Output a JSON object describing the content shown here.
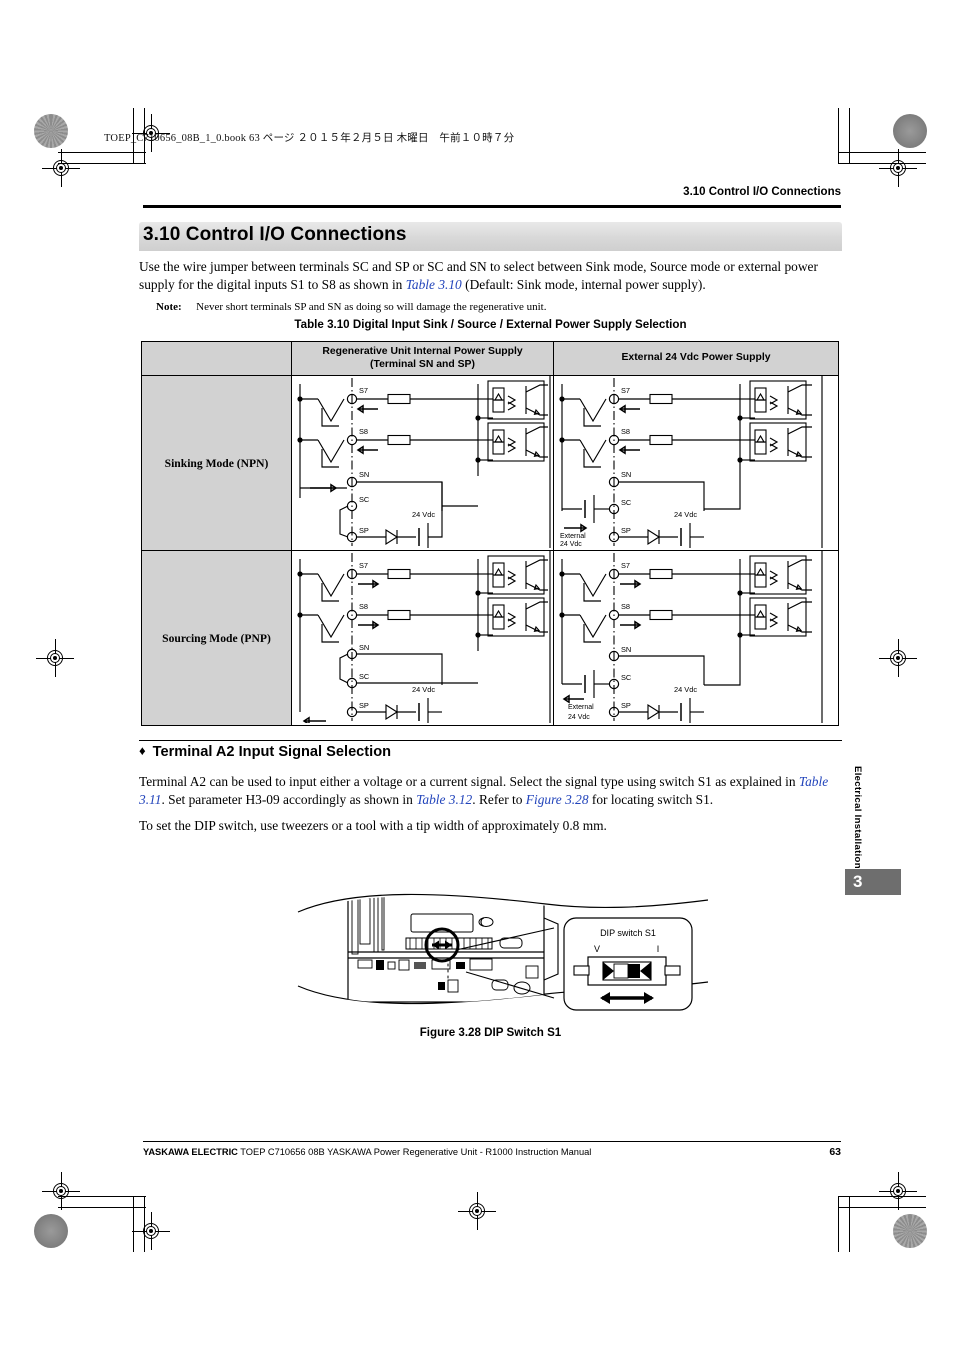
{
  "print_marks": {
    "file_info": "TOEP_C710656_08B_1_0.book   63 ページ   ２０１５年２月５日   木曜日　午前１０時７分"
  },
  "running_head": "3.10  Control I/O Connections",
  "section": {
    "number": "3.10",
    "title": "Control I/O Connections",
    "heading_full": "3.10  Control I/O Connections"
  },
  "intro": {
    "p1_a": "Use the wire jumper between terminals SC and SP or SC and SN to select between Sink mode, Source mode or external power supply for the digital inputs S1 to S8 as shown in ",
    "p1_ref": "Table 3.10",
    "p1_b": " (Default: Sink mode, internal power supply).",
    "note_label": "Note:",
    "note_text": "Never short terminals SP and SN as doing so will damage the regenerative unit."
  },
  "table": {
    "caption": "Table 3.10  Digital Input Sink / Source / External Power Supply Selection",
    "col_headers": [
      "",
      "Regenerative Unit Internal Power Supply\n(Terminal SN and SP)",
      "External 24 Vdc Power Supply"
    ],
    "col_header_1_line1": "Regenerative Unit Internal Power Supply",
    "col_header_1_line2": "(Terminal SN and SP)",
    "col_header_2": "External 24 Vdc Power Supply",
    "rows": [
      {
        "label": "Sinking Mode (NPN)"
      },
      {
        "label": "Sourcing Mode (PNP)"
      }
    ],
    "circuit_labels": {
      "s7": "S7",
      "s8": "S8",
      "sn": "SN",
      "sc": "SC",
      "sp": "SP",
      "vdc": "24 Vdc",
      "external_l1": "External",
      "external_l2": "24 Vdc"
    }
  },
  "subsection": {
    "bullet": "♦",
    "title": "Terminal A2 Input Signal Selection",
    "p1_a": "Terminal A2 can be used to input either a voltage or a current signal. Select the signal type using switch S1 as explained in ",
    "p1_ref1": "Table 3.11",
    "p1_b": ". Set parameter H3-09 accordingly as shown in ",
    "p1_ref2": "Table 3.12",
    "p1_c": ". Refer to ",
    "p1_ref3": "Figure 3.28",
    "p1_d": " for locating switch S1.",
    "p2": "To set the DIP switch, use tweezers or a tool with a tip width of approximately 0.8 mm."
  },
  "figure": {
    "caption": "Figure 3.28  DIP Switch S1",
    "callout_title": "DIP switch S1",
    "label_v": "V",
    "label_i": "I"
  },
  "side_tab": {
    "chapter_name": "Electrical Installation",
    "chapter_number": "3"
  },
  "footer": {
    "company": "YASKAWA ELECTRIC",
    "doc": "TOEP C710656 08B YASKAWA Power Regenerative Unit - R1000 Instruction Manual",
    "page": "63"
  },
  "colors": {
    "header_fill": "#d2d2d2",
    "section_bar": "#d8d8d8",
    "xref_blue": "#2244bb",
    "tab_gray": "#6e6e6e"
  }
}
